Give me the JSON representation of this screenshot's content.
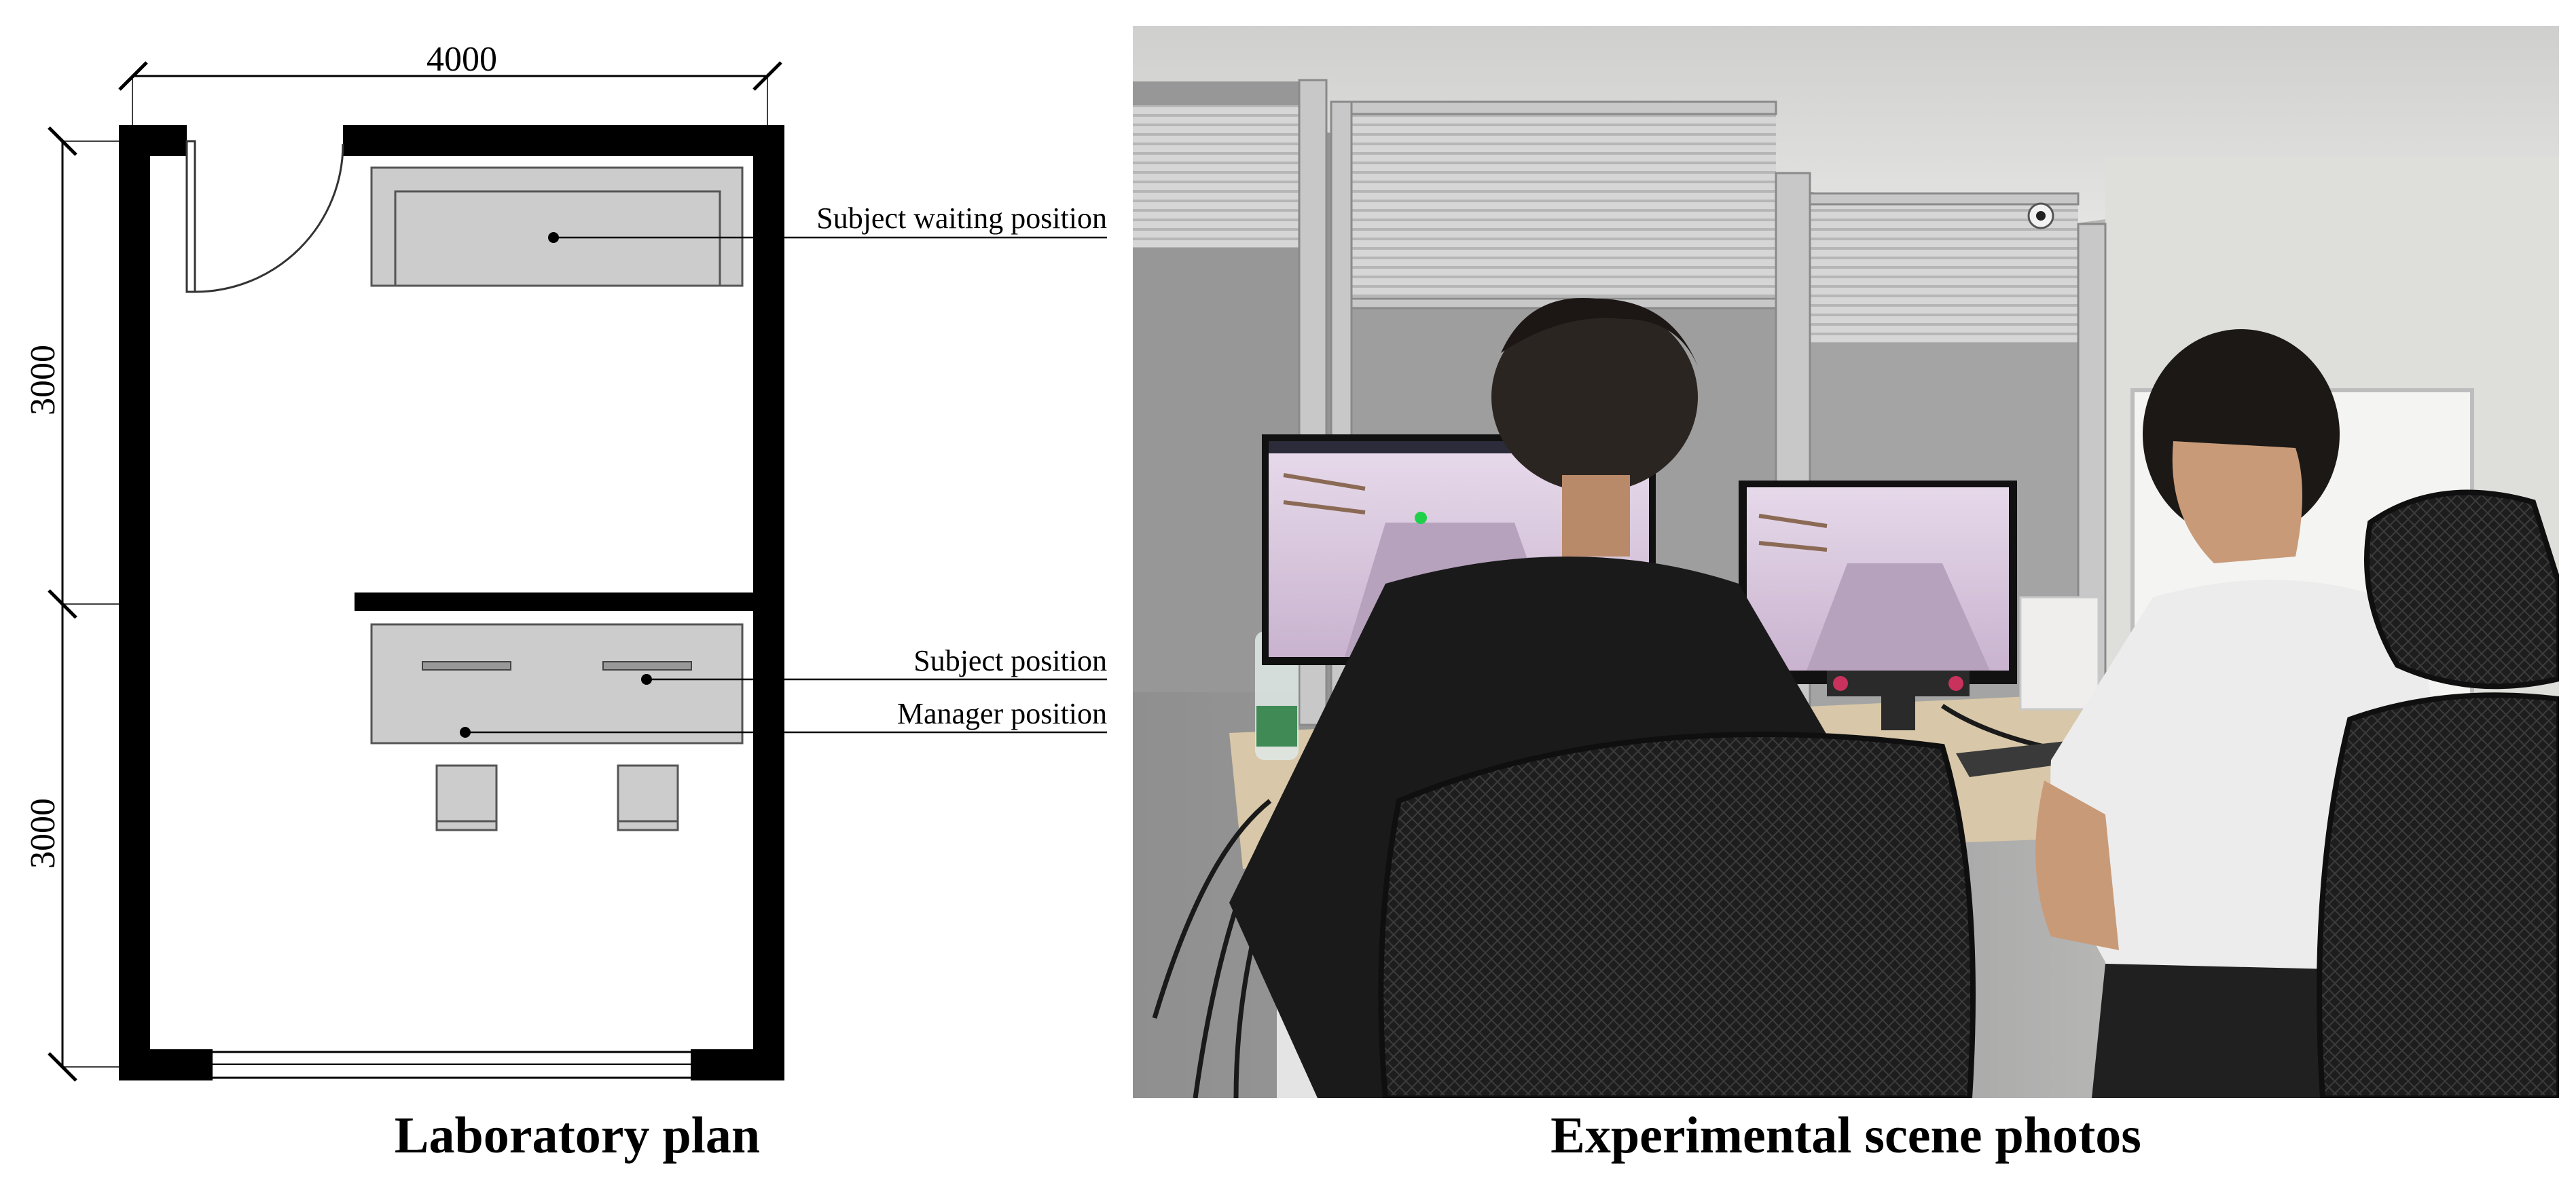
{
  "plan": {
    "width_dimension": "4000",
    "height_dimension_top": "3000",
    "height_dimension_bottom": "3000",
    "labels": {
      "waiting": "Subject waiting position",
      "subject": "Subject position",
      "manager": "Manager position"
    }
  },
  "captions": {
    "left": "Laboratory plan",
    "right": "Experimental scene photos"
  },
  "colors": {
    "wall": "#000000",
    "furniture_fill": "#cccccc",
    "furniture_stroke": "#555555",
    "photo_wall": "#9a9a9a",
    "shirt_dark": "#1a1a1a",
    "shirt_light": "#ececec"
  }
}
